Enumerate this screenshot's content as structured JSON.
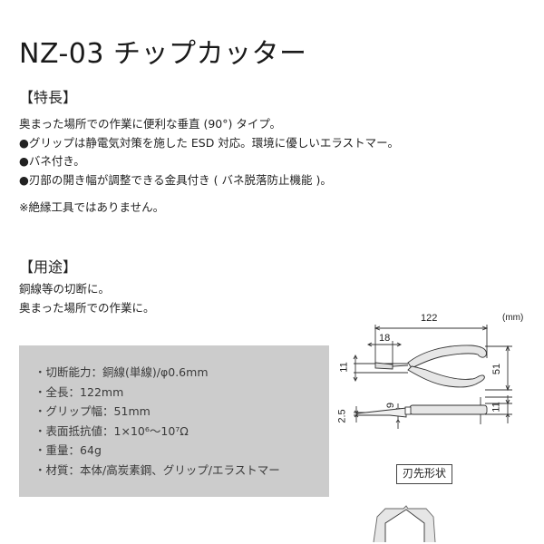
{
  "title": "NZ-03 チップカッター",
  "features": {
    "heading": "【特長】",
    "lines": [
      "奥まった場所での作業に便利な垂直 (90°) タイプ。",
      "●グリップは静電気対策を施した ESD 対応。環境に優しいエラストマー。",
      "●バネ付き。",
      "●刃部の開き幅が調整できる金具付き ( バネ脱落防止機能 )。"
    ],
    "note": "※絶縁工具ではありません。"
  },
  "usage": {
    "heading": "【用途】",
    "lines": [
      "銅線等の切断に。",
      "奥まった場所での作業に。"
    ]
  },
  "specs": {
    "items": [
      {
        "label": "切断能力",
        "value": "銅線(単線)/φ0.6mm"
      },
      {
        "label": "全長",
        "value": "122mm"
      },
      {
        "label": "グリップ幅",
        "value": "51mm"
      },
      {
        "label": "表面抵抗値",
        "value": "1×10⁶〜10⁷Ω"
      },
      {
        "label": "重量",
        "value": "64g"
      },
      {
        "label": "材質",
        "value": "本体/高炭素鋼、グリップ/エラストマー"
      }
    ],
    "separator": "：",
    "box_color": "#cccccc"
  },
  "diagram": {
    "unit": "(mm)",
    "dimensions": {
      "total_length": "122",
      "blade_length": "18",
      "head_height": "11",
      "grip_width": "51",
      "side_height": "11",
      "tip_thickness": "2.5",
      "joint_thickness": "9"
    },
    "blade_shape_label": "刃先形状"
  }
}
